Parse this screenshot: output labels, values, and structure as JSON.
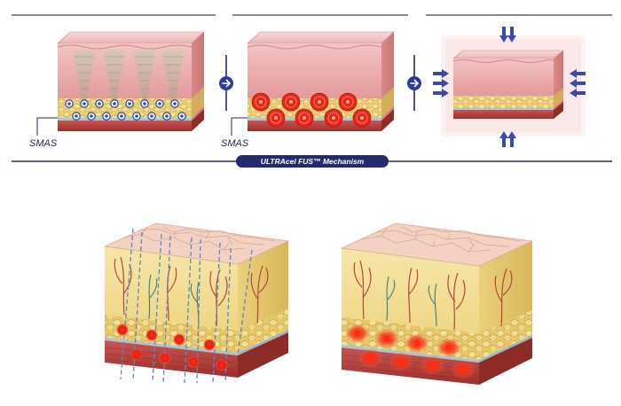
{
  "labels": {
    "smas_left": "SMAS",
    "smas_middle": "SMAS",
    "mechanism": "ULTRAcel FUS™ Mechanism"
  },
  "colors": {
    "navy": "#232a6e",
    "arrow_blue": "#3b4aa8",
    "skin_pink": "#e9a5a5",
    "fat_yellow": "#e8cf72",
    "muscle_red": "#b9423e",
    "heat_red": "#e51e14"
  }
}
